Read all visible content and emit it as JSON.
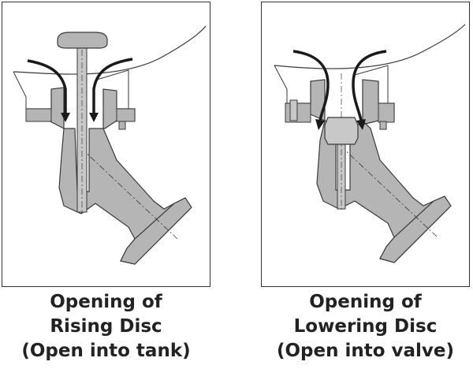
{
  "figures": [
    {
      "id": "rising-disc",
      "caption": [
        "Opening of",
        "Rising Disc",
        "(Open into tank)"
      ]
    },
    {
      "id": "lowering-disc",
      "caption": [
        "Opening of",
        "Lowering Disc",
        "(Open into valve)"
      ]
    }
  ],
  "colors": {
    "metal_fill": "#b5b5b5",
    "outline": "#3a3a3a",
    "flow_arrow": "#1a1a1a",
    "frame": "#333333"
  }
}
